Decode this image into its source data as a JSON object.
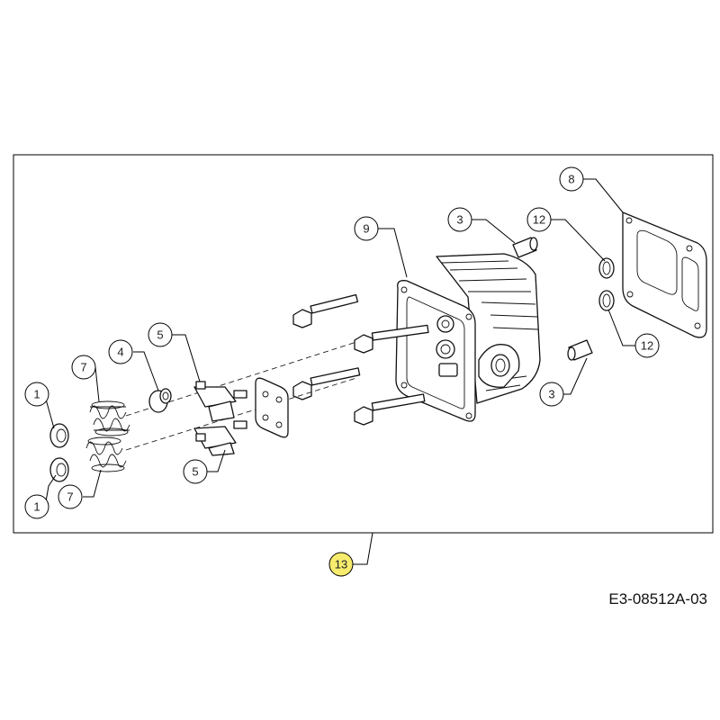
{
  "diagram": {
    "document_code": "E3-08512A-03",
    "assembly_callout": {
      "label": "13",
      "highlight_color": "#f7ec6e"
    },
    "callouts": [
      {
        "id": "c1-top",
        "label": "1"
      },
      {
        "id": "c1-bottom",
        "label": "1"
      },
      {
        "id": "c3-top",
        "label": "3"
      },
      {
        "id": "c3-bottom",
        "label": "3"
      },
      {
        "id": "c4",
        "label": "4"
      },
      {
        "id": "c5-top",
        "label": "5"
      },
      {
        "id": "c5-bottom",
        "label": "5"
      },
      {
        "id": "c7-top",
        "label": "7"
      },
      {
        "id": "c7-bottom",
        "label": "7"
      },
      {
        "id": "c8",
        "label": "8"
      },
      {
        "id": "c9",
        "label": "9"
      },
      {
        "id": "c12-top",
        "label": "12"
      },
      {
        "id": "c12-bottom",
        "label": "12"
      }
    ],
    "parts": {
      "1": "valve-retainer-icon",
      "3": "dowel-pin-icon",
      "4": "valve-stem-seal-icon",
      "5": "rocker-arm-icon",
      "7": "valve-spring-icon",
      "8": "head-gasket-icon",
      "9": "cylinder-head-icon",
      "12": "valve-icon"
    }
  }
}
